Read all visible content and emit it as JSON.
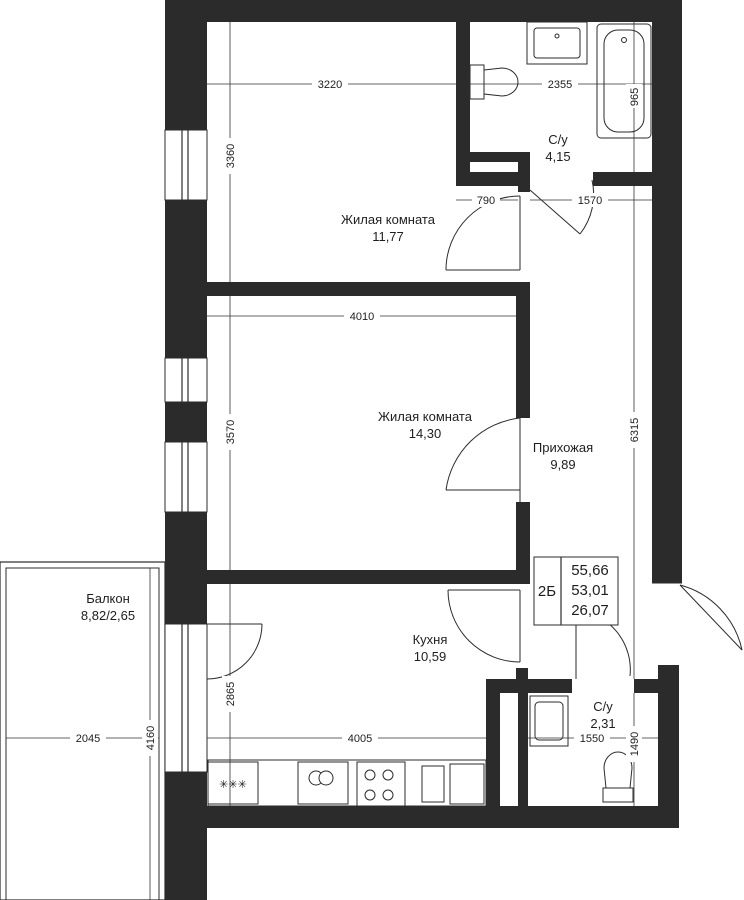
{
  "rooms": {
    "living1": {
      "name": "Жилая комната",
      "area": "11,77"
    },
    "living2": {
      "name": "Жилая комната",
      "area": "14,30"
    },
    "bath1": {
      "name": "С/у",
      "area": "4,15"
    },
    "hall": {
      "name": "Прихожая",
      "area": "9,89"
    },
    "kitchen": {
      "name": "Кухня",
      "area": "10,59"
    },
    "bath2": {
      "name": "С/у",
      "area": "2,31"
    },
    "balcony": {
      "name": "Балкон",
      "area": "8,82/2,65"
    }
  },
  "dimensions": {
    "d3220": "3220",
    "d2355": "2355",
    "d965": "965",
    "d3360": "3360",
    "d790": "790",
    "d1570": "1570",
    "d4010": "4010",
    "d3570": "3570",
    "d6315": "6315",
    "d2865": "2865",
    "d4005": "4005",
    "d1550": "1550",
    "d1490": "1490",
    "d2045": "2045",
    "d4160": "4160"
  },
  "apartment": {
    "type": "2Б",
    "total_area": "55,66",
    "living_area_total": "53,01",
    "living_area": "26,07"
  }
}
